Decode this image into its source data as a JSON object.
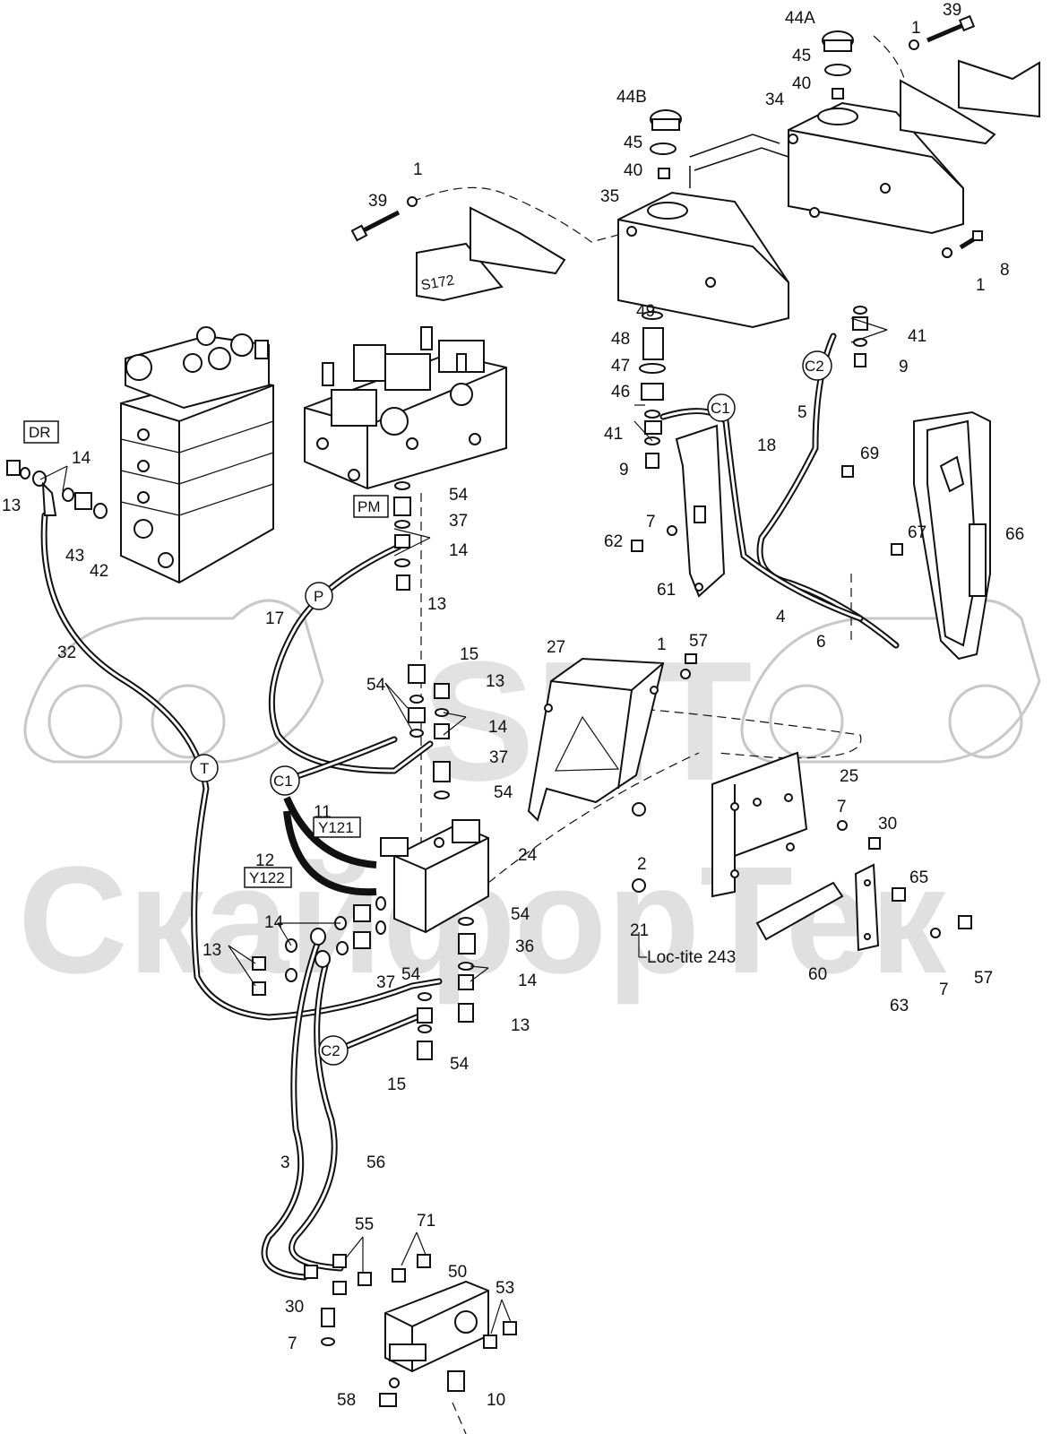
{
  "watermark": {
    "logo": "SET",
    "brand": "СкайфорТек"
  },
  "decal_text": "S172",
  "note": "Loc-tite 243",
  "boxed_labels": [
    "DR",
    "PM",
    "Y121",
    "Y122"
  ],
  "circle_markers": [
    "C1",
    "C2",
    "P",
    "T",
    "C1",
    "C2"
  ],
  "callouts": [
    "44A",
    "39",
    "1",
    "45",
    "40",
    "34",
    "44B",
    "45",
    "40",
    "35",
    "1",
    "39",
    "8",
    "1",
    "49",
    "48",
    "47",
    "46",
    "41",
    "9",
    "41",
    "9",
    "C2",
    "5",
    "18",
    "69",
    "66",
    "67",
    "7",
    "62",
    "61",
    "4",
    "6",
    "DR",
    "14",
    "13",
    "43",
    "42",
    "54",
    "37",
    "14",
    "13",
    "17",
    "32",
    "15",
    "13",
    "54",
    "14",
    "37",
    "54",
    "57",
    "1",
    "27",
    "25",
    "7",
    "30",
    "2",
    "65",
    "11",
    "12",
    "24",
    "54",
    "36",
    "14",
    "13",
    "21",
    "60",
    "63",
    "7",
    "57",
    "14",
    "13",
    "54",
    "37",
    "54",
    "13",
    "15",
    "3",
    "56",
    "55",
    "71",
    "50",
    "53",
    "30",
    "7",
    "58",
    "10"
  ]
}
